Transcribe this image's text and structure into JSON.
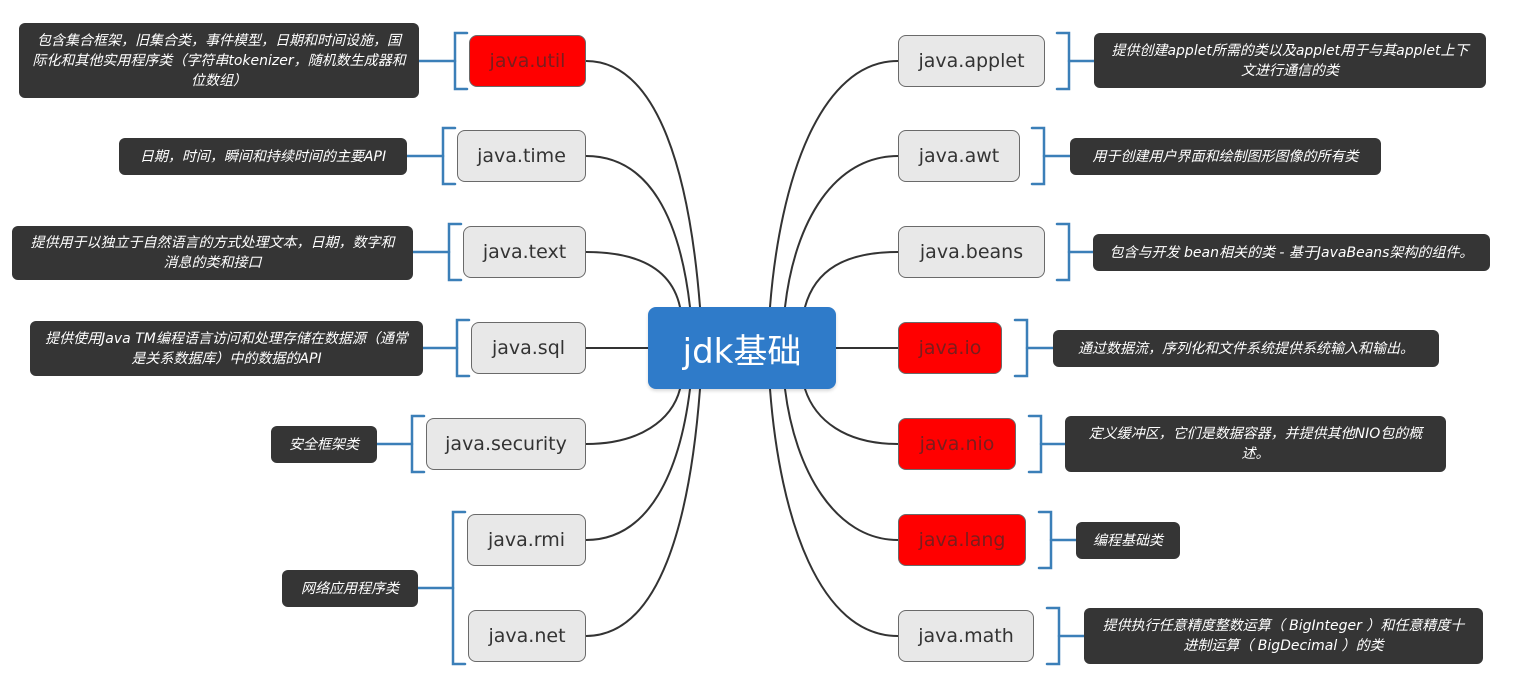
{
  "center": {
    "label": "jdk基础"
  },
  "colors": {
    "center_fill": "#2f7bc9",
    "package_fill": "#e8e8e8",
    "highlight_fill": "#ff0000",
    "description_fill": "#353535",
    "bracket": "#3b7fb8",
    "connector": "#333333"
  },
  "left": {
    "util": {
      "package": "java.util",
      "highlight": true,
      "description": "包含集合框架，旧集合类，事件模型，日期和时间设施，国际化和其他实用程序类（字符串tokenizer，随机数生成器和位数组）"
    },
    "time": {
      "package": "java.time",
      "highlight": false,
      "description": "日期，时间，瞬间和持续时间的主要API"
    },
    "text": {
      "package": "java.text",
      "highlight": false,
      "description": "提供用于以独立于自然语言的方式处理文本，日期，数字和消息的类和接口"
    },
    "sql": {
      "package": "java.sql",
      "highlight": false,
      "description": "提供使用Java TM编程语言访问和处理存储在数据源（通常是关系数据库）中的数据的API"
    },
    "security": {
      "package": "java.security",
      "highlight": false,
      "description": "安全框架类"
    },
    "rmi": {
      "package": "java.rmi",
      "highlight": false
    },
    "net": {
      "package": "java.net",
      "highlight": false
    },
    "network_group_description": "网络应用程序类"
  },
  "right": {
    "applet": {
      "package": "java.applet",
      "highlight": false,
      "description": "提供创建applet所需的类以及applet用于与其applet上下文进行通信的类"
    },
    "awt": {
      "package": "java.awt",
      "highlight": false,
      "description": "用于创建用户界面和绘制图形图像的所有类"
    },
    "beans": {
      "package": "java.beans",
      "highlight": false,
      "description": "包含与开发 bean相关的类 - 基于JavaBeans架构的组件。"
    },
    "io": {
      "package": "java.io",
      "highlight": true,
      "description": "通过数据流，序列化和文件系统提供系统输入和输出。"
    },
    "nio": {
      "package": "java.nio",
      "highlight": true,
      "description": "定义缓冲区，它们是数据容器，并提供其他NIO包的概述。"
    },
    "lang": {
      "package": "java.lang",
      "highlight": true,
      "description": "编程基础类"
    },
    "math": {
      "package": "java.math",
      "highlight": false,
      "description": "提供执行任意精度整数运算（ BigInteger ）和任意精度十进制运算（ BigDecimal ）的类"
    }
  }
}
